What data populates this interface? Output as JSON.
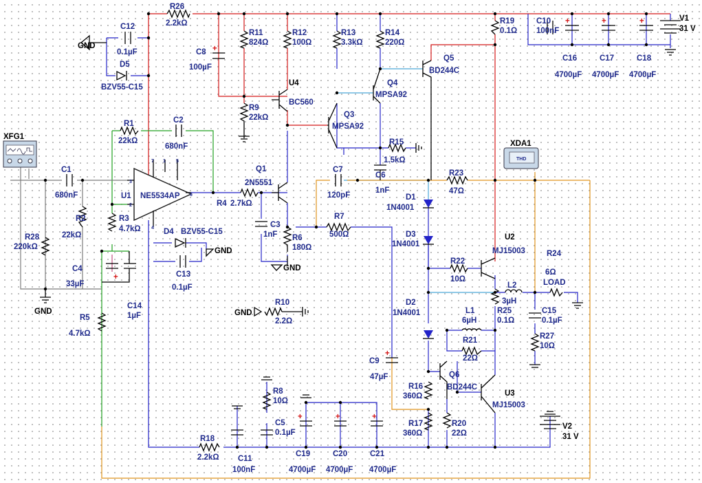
{
  "instruments": {
    "function_generator": "XFG1",
    "distortion_analyzer": "XDA1",
    "distortion_analyzer_screen": "THD"
  },
  "ground_label": "GND",
  "opamp": {
    "ref": "U1",
    "part": "NE5534AP",
    "pins": [
      "7",
      "1",
      "5",
      "3",
      "2",
      "6",
      "4"
    ]
  },
  "sources": [
    {
      "ref": "V1",
      "value": "31 V"
    },
    {
      "ref": "V2",
      "value": "31 V"
    }
  ],
  "resistors": [
    {
      "ref": "R26",
      "value": "2.2kΩ"
    },
    {
      "ref": "R11",
      "value": "824Ω"
    },
    {
      "ref": "R12",
      "value": "100Ω"
    },
    {
      "ref": "R13",
      "value": "3.3kΩ"
    },
    {
      "ref": "R14",
      "value": "220Ω"
    },
    {
      "ref": "R19",
      "value": "0.1Ω"
    },
    {
      "ref": "R9",
      "value": "22kΩ"
    },
    {
      "ref": "R15",
      "value": "1.5kΩ"
    },
    {
      "ref": "R1",
      "value": "22kΩ"
    },
    {
      "ref": "R2",
      "value": "22kΩ"
    },
    {
      "ref": "R28",
      "value": "220kΩ"
    },
    {
      "ref": "R3",
      "value": "4.7kΩ"
    },
    {
      "ref": "R4",
      "value": "2.7kΩ"
    },
    {
      "ref": "R6",
      "value": "180Ω"
    },
    {
      "ref": "R7",
      "value": "500Ω"
    },
    {
      "ref": "R23",
      "value": "47Ω"
    },
    {
      "ref": "R24",
      "value": "6Ω"
    },
    {
      "ref": "R22",
      "value": "10Ω"
    },
    {
      "ref": "R25",
      "value": "0.1Ω"
    },
    {
      "ref": "R27",
      "value": "10Ω"
    },
    {
      "ref": "R21",
      "value": "22Ω"
    },
    {
      "ref": "R10",
      "value": "2.2Ω"
    },
    {
      "ref": "R5",
      "value": "4.7kΩ"
    },
    {
      "ref": "R8",
      "value": "10Ω"
    },
    {
      "ref": "R16",
      "value": "360Ω"
    },
    {
      "ref": "R17",
      "value": "360Ω"
    },
    {
      "ref": "R20",
      "value": "22Ω"
    },
    {
      "ref": "R18",
      "value": "2.2kΩ"
    }
  ],
  "capacitors": [
    {
      "ref": "C12",
      "value": "0.1µF"
    },
    {
      "ref": "C8",
      "value": "100µF"
    },
    {
      "ref": "C10",
      "value": "100nF"
    },
    {
      "ref": "C16",
      "value": "4700µF"
    },
    {
      "ref": "C17",
      "value": "4700µF"
    },
    {
      "ref": "C18",
      "value": "4700µF"
    },
    {
      "ref": "C2",
      "value": "680nF"
    },
    {
      "ref": "C1",
      "value": "680nF"
    },
    {
      "ref": "C3",
      "value": "1nF"
    },
    {
      "ref": "C7",
      "value": "120pF"
    },
    {
      "ref": "C6",
      "value": "1nF"
    },
    {
      "ref": "C4",
      "value": "33µF"
    },
    {
      "ref": "C14",
      "value": "1µF"
    },
    {
      "ref": "C13",
      "value": "0.1µF"
    },
    {
      "ref": "C15",
      "value": "0.1µF"
    },
    {
      "ref": "C9",
      "value": "47µF"
    },
    {
      "ref": "C5",
      "value": "0.1µF"
    },
    {
      "ref": "C11",
      "value": "100nF"
    },
    {
      "ref": "C19",
      "value": "4700µF"
    },
    {
      "ref": "C20",
      "value": "4700µF"
    },
    {
      "ref": "C21",
      "value": "4700µF"
    }
  ],
  "diodes": [
    {
      "ref": "D5",
      "value": "BZV55-C15"
    },
    {
      "ref": "D4",
      "value": "BZV55-C15"
    },
    {
      "ref": "D1",
      "value": "1N4001"
    },
    {
      "ref": "D3",
      "value": "1N4001"
    },
    {
      "ref": "D2",
      "value": "1N4001"
    }
  ],
  "transistors": [
    {
      "ref": "U4",
      "value": "BC560"
    },
    {
      "ref": "Q1",
      "value": "2N5551"
    },
    {
      "ref": "Q3",
      "value": "MPSA92"
    },
    {
      "ref": "Q4",
      "value": "MPSA92"
    },
    {
      "ref": "Q5",
      "value": "BD244C"
    },
    {
      "ref": "Q6",
      "value": "BD244C"
    },
    {
      "ref": "U2",
      "value": "MJ15003"
    },
    {
      "ref": "U3",
      "value": "MJ15003"
    }
  ],
  "inductors": [
    {
      "ref": "L2",
      "value": "3µH"
    },
    {
      "ref": "L1",
      "value": "6µH"
    }
  ],
  "load_label": "LOAD"
}
